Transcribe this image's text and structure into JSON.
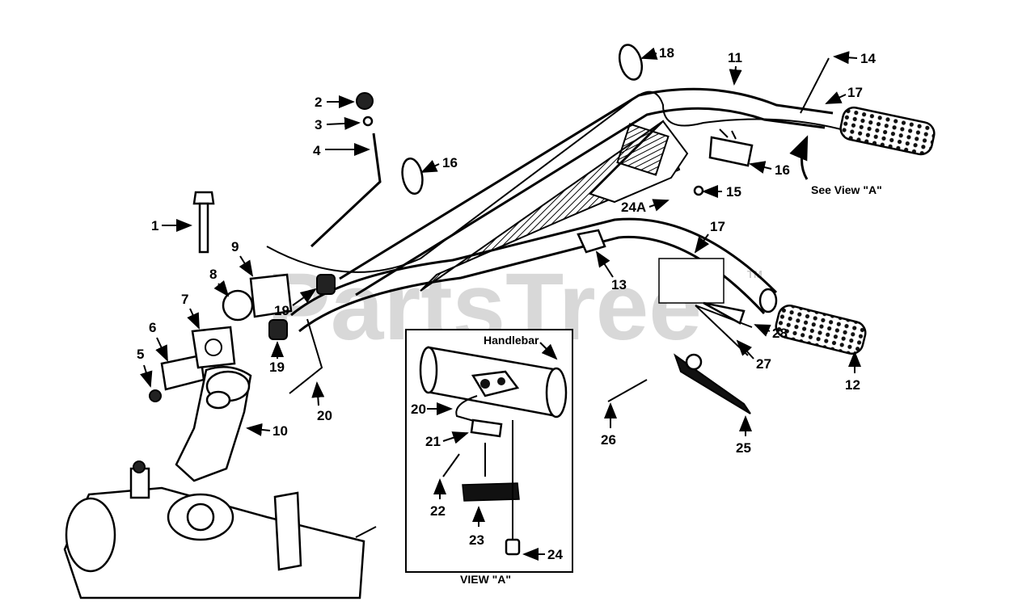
{
  "watermark": "PartsTree",
  "watermark_tm": "TM",
  "callouts": {
    "c1": "1",
    "c2": "2",
    "c3": "3",
    "c4": "4",
    "c5": "5",
    "c6": "6",
    "c7": "7",
    "c8": "8",
    "c9": "9",
    "c10": "10",
    "c11": "11",
    "c12": "12",
    "c13": "13",
    "c14": "14",
    "c15": "15",
    "c16": "16",
    "c16b": "16",
    "c17": "17",
    "c17b": "17",
    "c18": "18",
    "c19": "19",
    "c19b": "19",
    "c20": "20",
    "c24a": "24A",
    "c25": "25",
    "c26": "26",
    "c27": "27",
    "c28": "28"
  },
  "see_view": "See View \"A\"",
  "inset": {
    "handlebar_label": "Handlebar",
    "title": "VIEW \"A\"",
    "c20": "20",
    "c21": "21",
    "c22": "22",
    "c23": "23",
    "c24": "24"
  }
}
